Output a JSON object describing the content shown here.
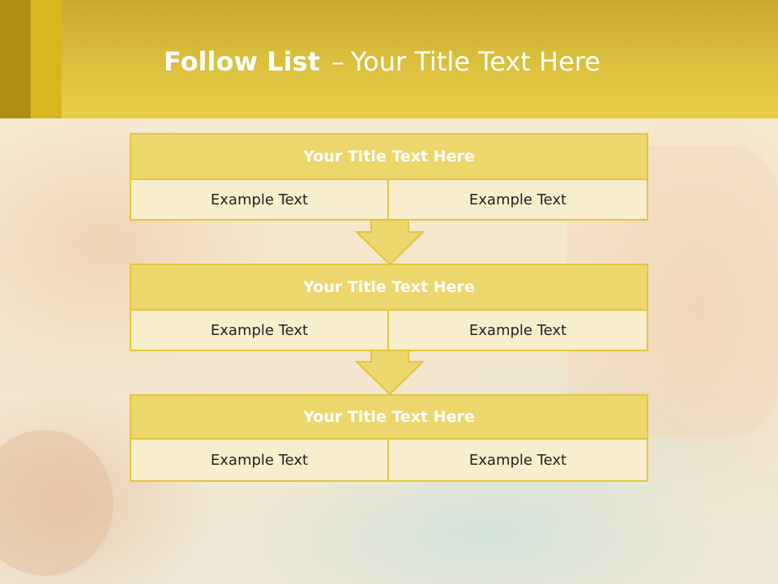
{
  "header": {
    "title_bold": "Follow List",
    "title_dash": "–",
    "title_rest": "Your Title Text Here"
  },
  "blocks": [
    {
      "title": "Your Title Text Here",
      "cells": [
        "Example Text",
        "Example Text"
      ]
    },
    {
      "title": "Your Title Text Here",
      "cells": [
        "Example Text",
        "Example Text"
      ]
    },
    {
      "title": "Your Title Text Here",
      "cells": [
        "Example Text",
        "Example Text"
      ]
    }
  ],
  "colors": {
    "header": "#dcc03e",
    "block_title_fill": "#edd76d",
    "block_cell_fill": "#f7eecd",
    "border": "#e2c53c"
  }
}
